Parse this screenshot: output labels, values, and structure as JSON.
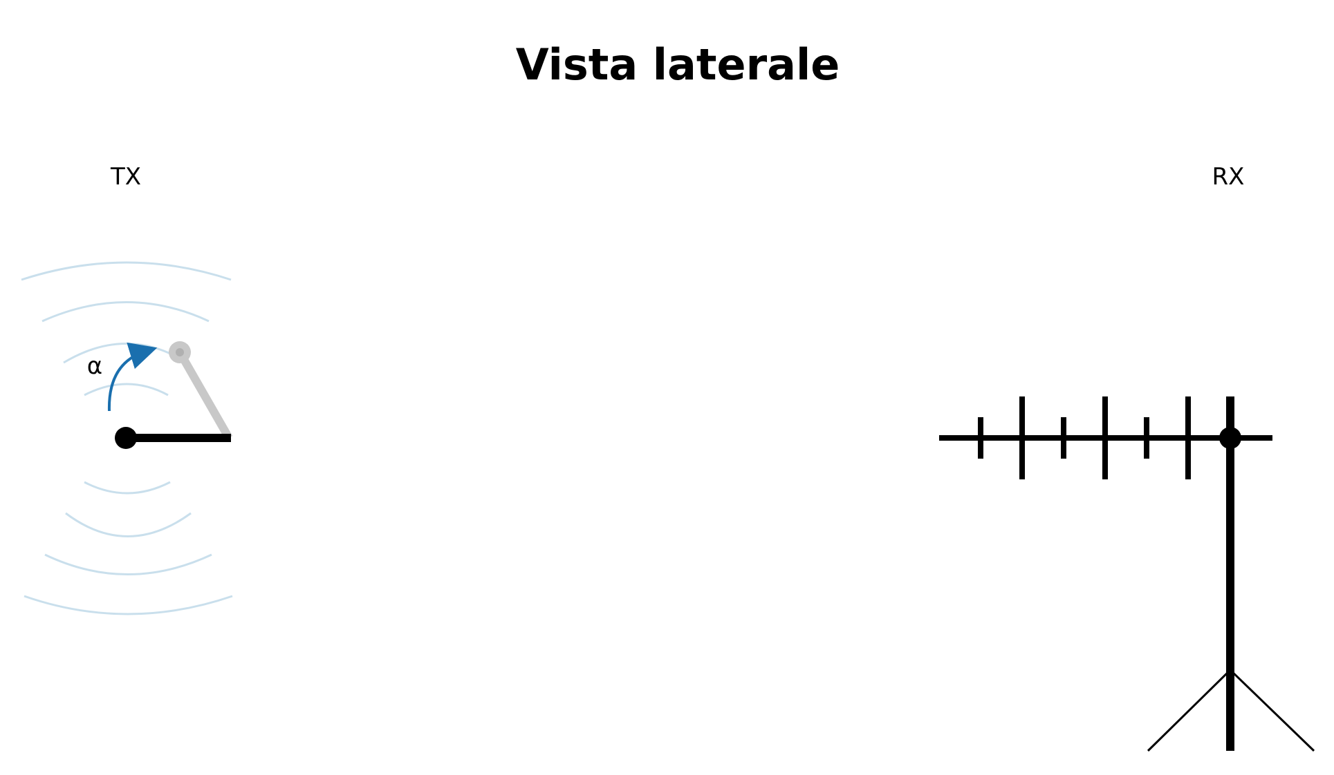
{
  "title": "Vista laterale",
  "transmitter": {
    "label": "TX",
    "angle_symbol": "α"
  },
  "receiver": {
    "label": "RX"
  },
  "colors": {
    "background": "#ffffff",
    "ink": "#000000",
    "wave": "#c9dfec",
    "arrow": "#1a6fae",
    "ghost_element": "#c8c8c8"
  }
}
